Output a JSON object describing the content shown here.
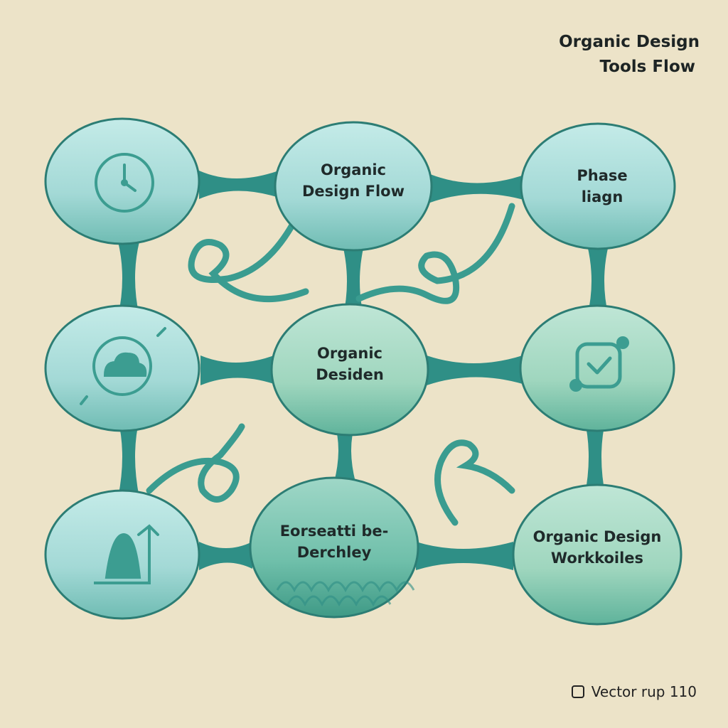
{
  "title": {
    "line1": "Organic Design",
    "line2": "Tools Flow"
  },
  "nodes": [
    {
      "id": "n1",
      "label": "",
      "icon": "clock-icon"
    },
    {
      "id": "n2",
      "label": "Organic\nDesign Flow"
    },
    {
      "id": "n3",
      "label": "Phase\nliagn"
    },
    {
      "id": "n4",
      "label": "",
      "icon": "cloud-timer-icon"
    },
    {
      "id": "n5",
      "label": "Organic\nDesiden"
    },
    {
      "id": "n6",
      "label": "",
      "icon": "checkbox-flow-icon"
    },
    {
      "id": "n7",
      "label": "",
      "icon": "growth-chart-icon"
    },
    {
      "id": "n8",
      "label": "Eorseatti be-\nDerchley"
    },
    {
      "id": "n9",
      "label": "Organic Design\nWorkkoiles"
    }
  ],
  "footer": {
    "text": "Vector rup 110",
    "icon": "square-outline-icon"
  },
  "colors": {
    "background": "#ece3c8",
    "bubble_light": "#a9dcdc",
    "bubble_mid": "#9fd8c4",
    "bubble_deep": "#6fbfaa",
    "connector": "#2f8f86",
    "outline": "#2c7d74",
    "text": "#1f2a2a"
  }
}
